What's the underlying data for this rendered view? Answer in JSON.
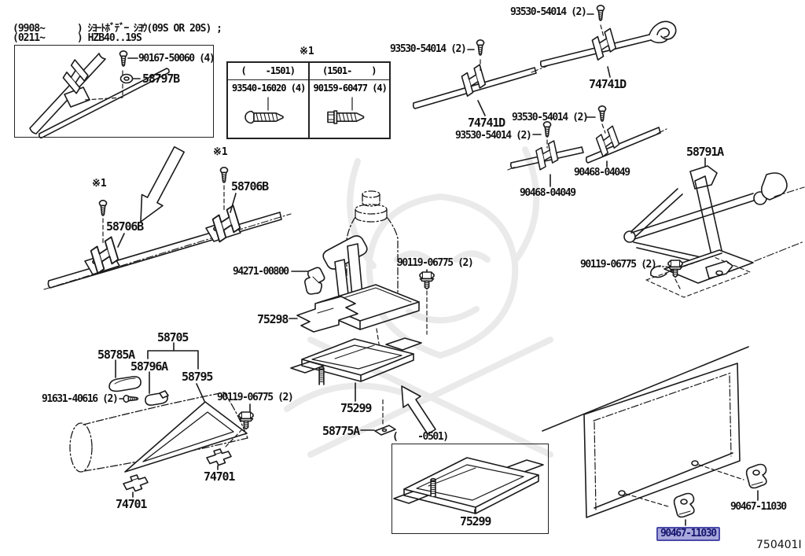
{
  "notes": {
    "line1": "(9908~      ) ｼﾖｰﾄﾎﾞﾃﾞｰ ｼﾖｳ(09S OR 20S) ;",
    "line2": "(0211~      ) HZB40..19S"
  },
  "diagram_code": "750401I",
  "colors": {
    "highlight-bg": "#a8a8dc",
    "highlight-border": "#4a4aa8",
    "highlight-text": "#15156e"
  },
  "inset_table": {
    "mark": "※1",
    "col1_header": "(    -1501)",
    "col2_header": "(1501-    )",
    "col1_part": "93540-16020 (4)",
    "col2_part": "90159-60477 (4)"
  },
  "labels": {
    "l90167": {
      "text": "90167-50060 (4)"
    },
    "l58797b": {
      "text": "58797B"
    },
    "l93530a": {
      "text": "93530-54014 (2)"
    },
    "l93530b": {
      "text": "93530-54014 (2)"
    },
    "l93530c": {
      "text": "93530-54014 (2)"
    },
    "l93530d": {
      "text": "93530-54014 (2)"
    },
    "l74741da": {
      "text": "74741D"
    },
    "l74741db": {
      "text": "74741D"
    },
    "l58791a": {
      "text": "58791A"
    },
    "l90468a": {
      "text": "90468-04049"
    },
    "l90468b": {
      "text": "90468-04049"
    },
    "mark1a": {
      "text": "※1"
    },
    "mark1b": {
      "text": "※1"
    },
    "l58706ba": {
      "text": "58706B"
    },
    "l58706bb": {
      "text": "58706B"
    },
    "l94271": {
      "text": "94271-00800"
    },
    "l90119c": {
      "text": "90119-06775 (2)"
    },
    "l90119r": {
      "text": "90119-06775 (2)"
    },
    "l75298": {
      "text": "75298"
    },
    "l58705": {
      "text": "58705"
    },
    "l58785a": {
      "text": "58785A"
    },
    "l58796a": {
      "text": "58796A"
    },
    "l58795": {
      "text": "58795"
    },
    "l91631": {
      "text": "91631-40616 (2)"
    },
    "l90119l": {
      "text": "90119-06775 (2)"
    },
    "l74701a": {
      "text": "74701"
    },
    "l74701b": {
      "text": "74701"
    },
    "l75299a": {
      "text": "75299"
    },
    "l58775a": {
      "text": "58775A"
    },
    "l0501": {
      "text": "(    -0501)"
    },
    "l75299b": {
      "text": "75299"
    },
    "l90467a": {
      "text": "90467-11030"
    },
    "l90467b": {
      "text": "90467-11030"
    }
  }
}
